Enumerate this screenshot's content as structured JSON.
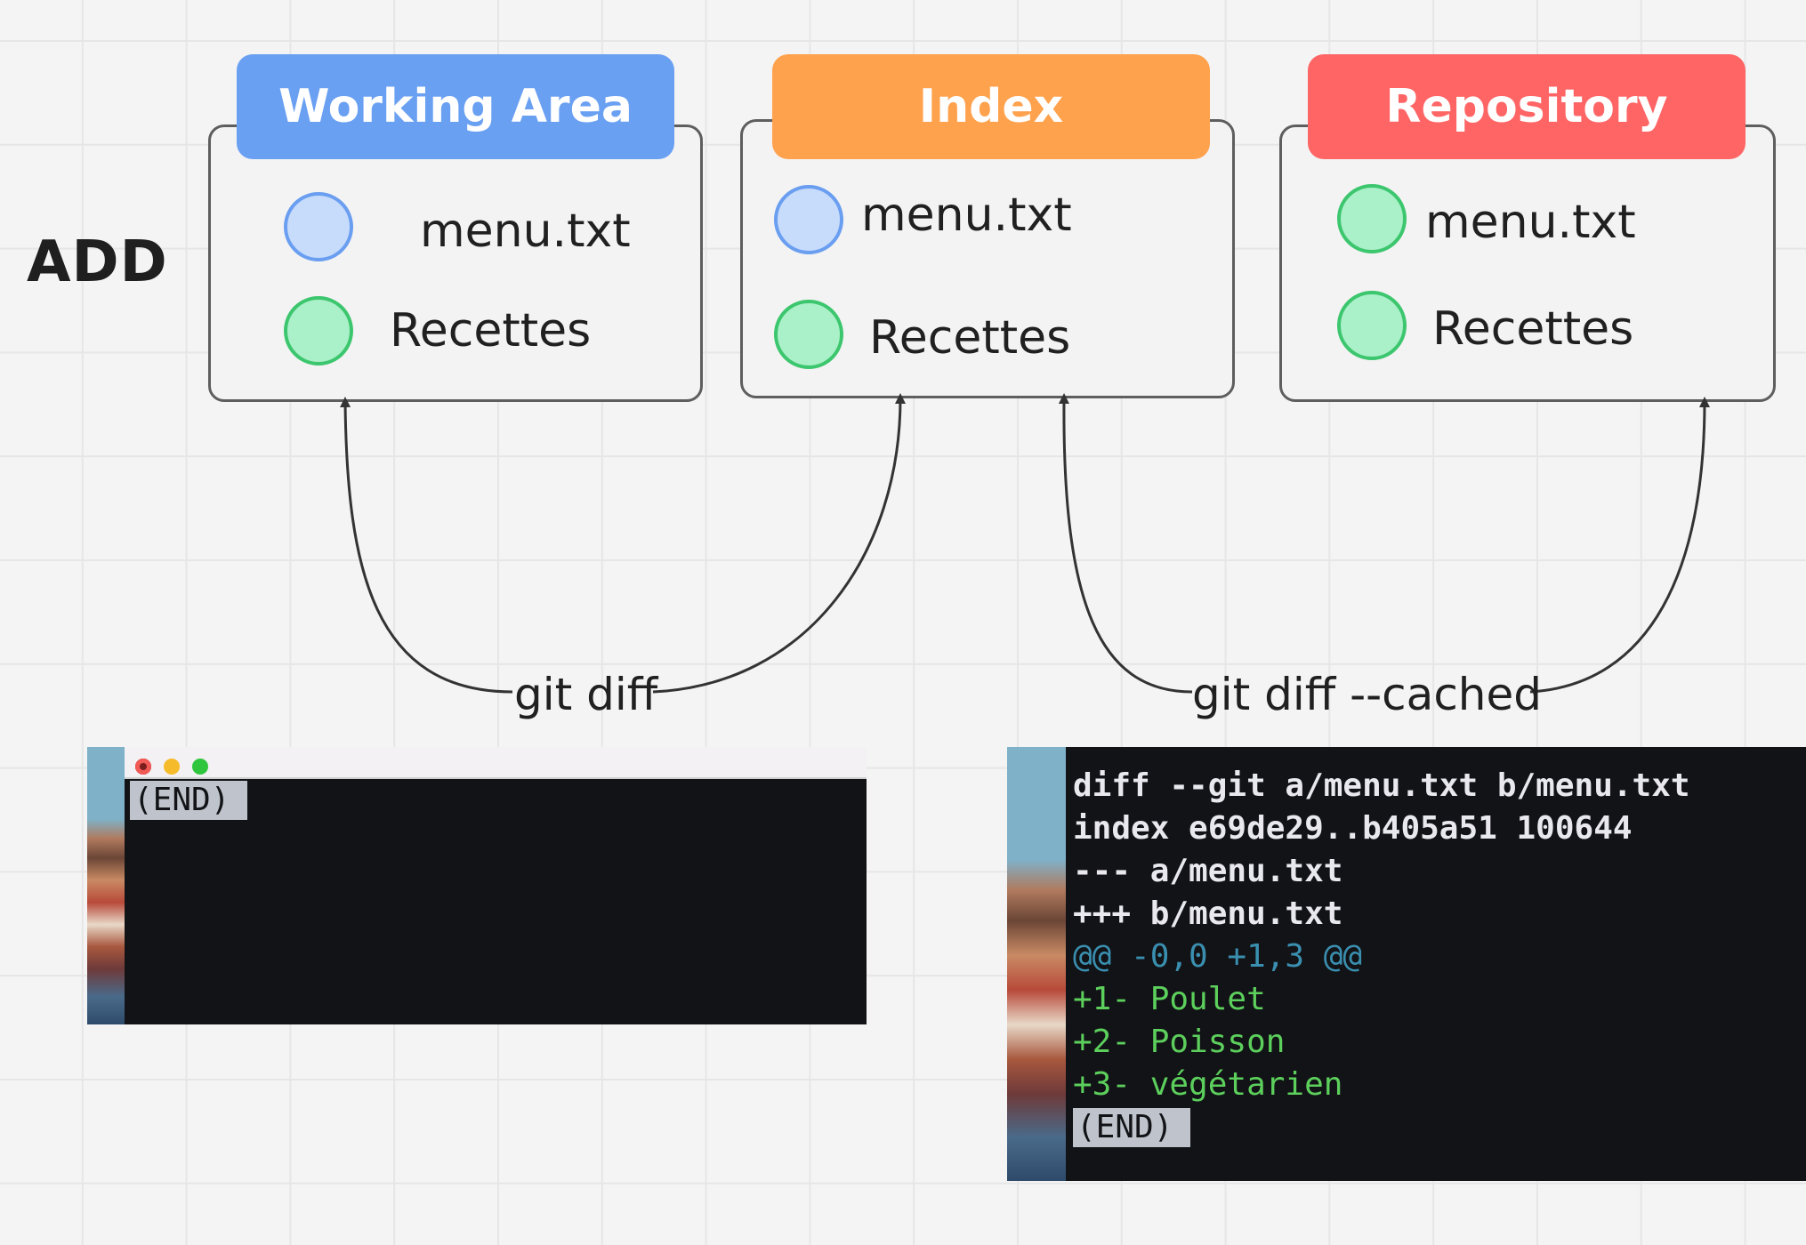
{
  "diagram": {
    "title": "ADD",
    "areas": [
      {
        "name": "Working Area",
        "color": "#6aa0f2",
        "files": [
          {
            "label": "menu.txt",
            "state": "blue"
          },
          {
            "label": "Recettes",
            "state": "green"
          }
        ]
      },
      {
        "name": "Index",
        "color": "#ffa24e",
        "files": [
          {
            "label": "menu.txt",
            "state": "blue"
          },
          {
            "label": "Recettes",
            "state": "green"
          }
        ]
      },
      {
        "name": "Repository",
        "color": "#ff6565",
        "files": [
          {
            "label": "menu.txt",
            "state": "green"
          },
          {
            "label": "Recettes",
            "state": "green"
          }
        ]
      }
    ],
    "commands": [
      {
        "label": "git diff",
        "from": "Working Area",
        "to": "Index"
      },
      {
        "label": "git diff --cached",
        "from": "Index",
        "to": "Repository"
      }
    ]
  },
  "terminals": [
    {
      "lines": [
        {
          "text": "(END)",
          "style": "end"
        }
      ]
    },
    {
      "lines": [
        {
          "text": "diff --git a/menu.txt b/menu.txt",
          "style": "header"
        },
        {
          "text": "index e69de29..b405a51 100644",
          "style": "header"
        },
        {
          "text": "--- a/menu.txt",
          "style": "header"
        },
        {
          "text": "+++ b/menu.txt",
          "style": "header"
        },
        {
          "text": "@@ -0,0 +1,3 @@",
          "style": "hunk"
        },
        {
          "text": "+1- Poulet",
          "style": "added"
        },
        {
          "text": "+2- Poisson",
          "style": "added"
        },
        {
          "text": "+3- végétarien",
          "style": "added"
        },
        {
          "text": "(END)",
          "style": "end"
        }
      ]
    }
  ],
  "colors": {
    "dot_blue_fill": "#c7dbfb",
    "dot_green_fill": "#aaf0c8",
    "term_header": "#e8e8ee",
    "term_hunk": "#3a8fb0",
    "term_added": "#5ccf5c",
    "term_background": "#121316"
  }
}
